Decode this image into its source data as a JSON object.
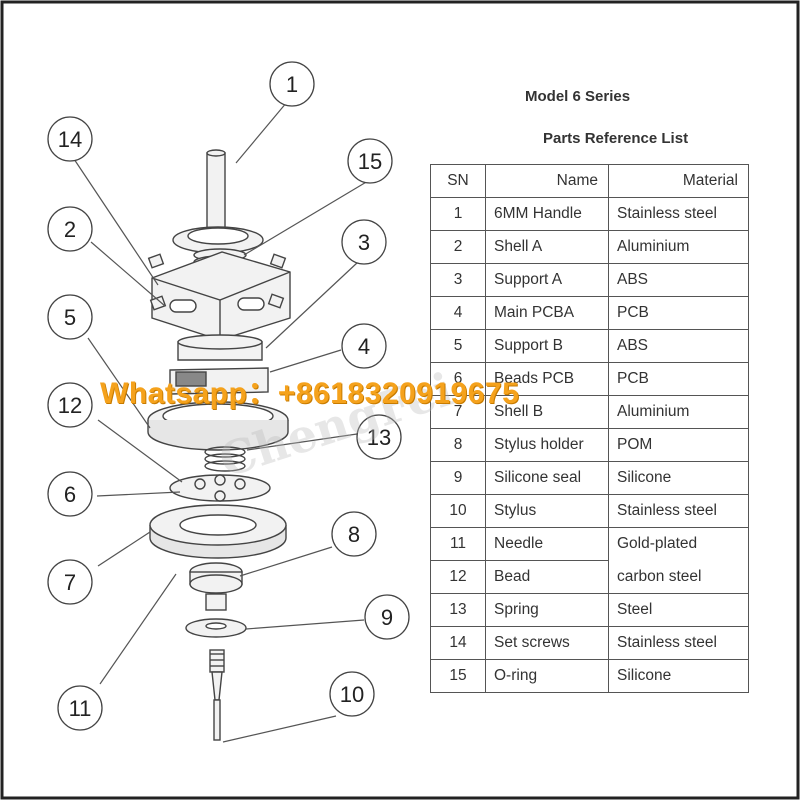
{
  "title": "Model 6 Series",
  "subtitle": "Parts Reference List",
  "table": {
    "headers": [
      "SN",
      "Name",
      "Material"
    ],
    "rows": [
      {
        "sn": "1",
        "name": "6MM Handle",
        "material": "Stainless steel"
      },
      {
        "sn": "2",
        "name": "Shell A",
        "material": "Aluminium"
      },
      {
        "sn": "3",
        "name": "Support A",
        "material": "ABS"
      },
      {
        "sn": "4",
        "name": "Main PCBA",
        "material": "PCB"
      },
      {
        "sn": "5",
        "name": "Support B",
        "material": "ABS"
      },
      {
        "sn": "6",
        "name": "Beads PCB",
        "material": "PCB"
      },
      {
        "sn": "7",
        "name": "Shell B",
        "material": "Aluminium"
      },
      {
        "sn": "8",
        "name": "Stylus holder",
        "material": "POM"
      },
      {
        "sn": "9",
        "name": "Silicone seal",
        "material": "Silicone"
      },
      {
        "sn": "10",
        "name": "Stylus",
        "material": "Stainless steel"
      },
      {
        "sn": "11",
        "name": "Needle",
        "material": "Gold-plated"
      },
      {
        "sn": "12",
        "name": "Bead",
        "material": "carbon steel"
      },
      {
        "sn": "13",
        "name": "Spring",
        "material": "Steel"
      },
      {
        "sn": "14",
        "name": "Set screws",
        "material": "Stainless steel"
      },
      {
        "sn": "15",
        "name": "O-ring",
        "material": "Silicone"
      }
    ]
  },
  "callouts": [
    "1",
    "14",
    "15",
    "2",
    "3",
    "5",
    "4",
    "12",
    "13",
    "6",
    "7",
    "8",
    "9",
    "11",
    "10"
  ],
  "watermark": "Whatsapp：+8618320919675",
  "ghost_watermark": "ChengFei",
  "colors": {
    "frame": "#222222",
    "line": "#555555",
    "watermark": "#f5a21c",
    "part_fill": "#f2f2f2"
  }
}
